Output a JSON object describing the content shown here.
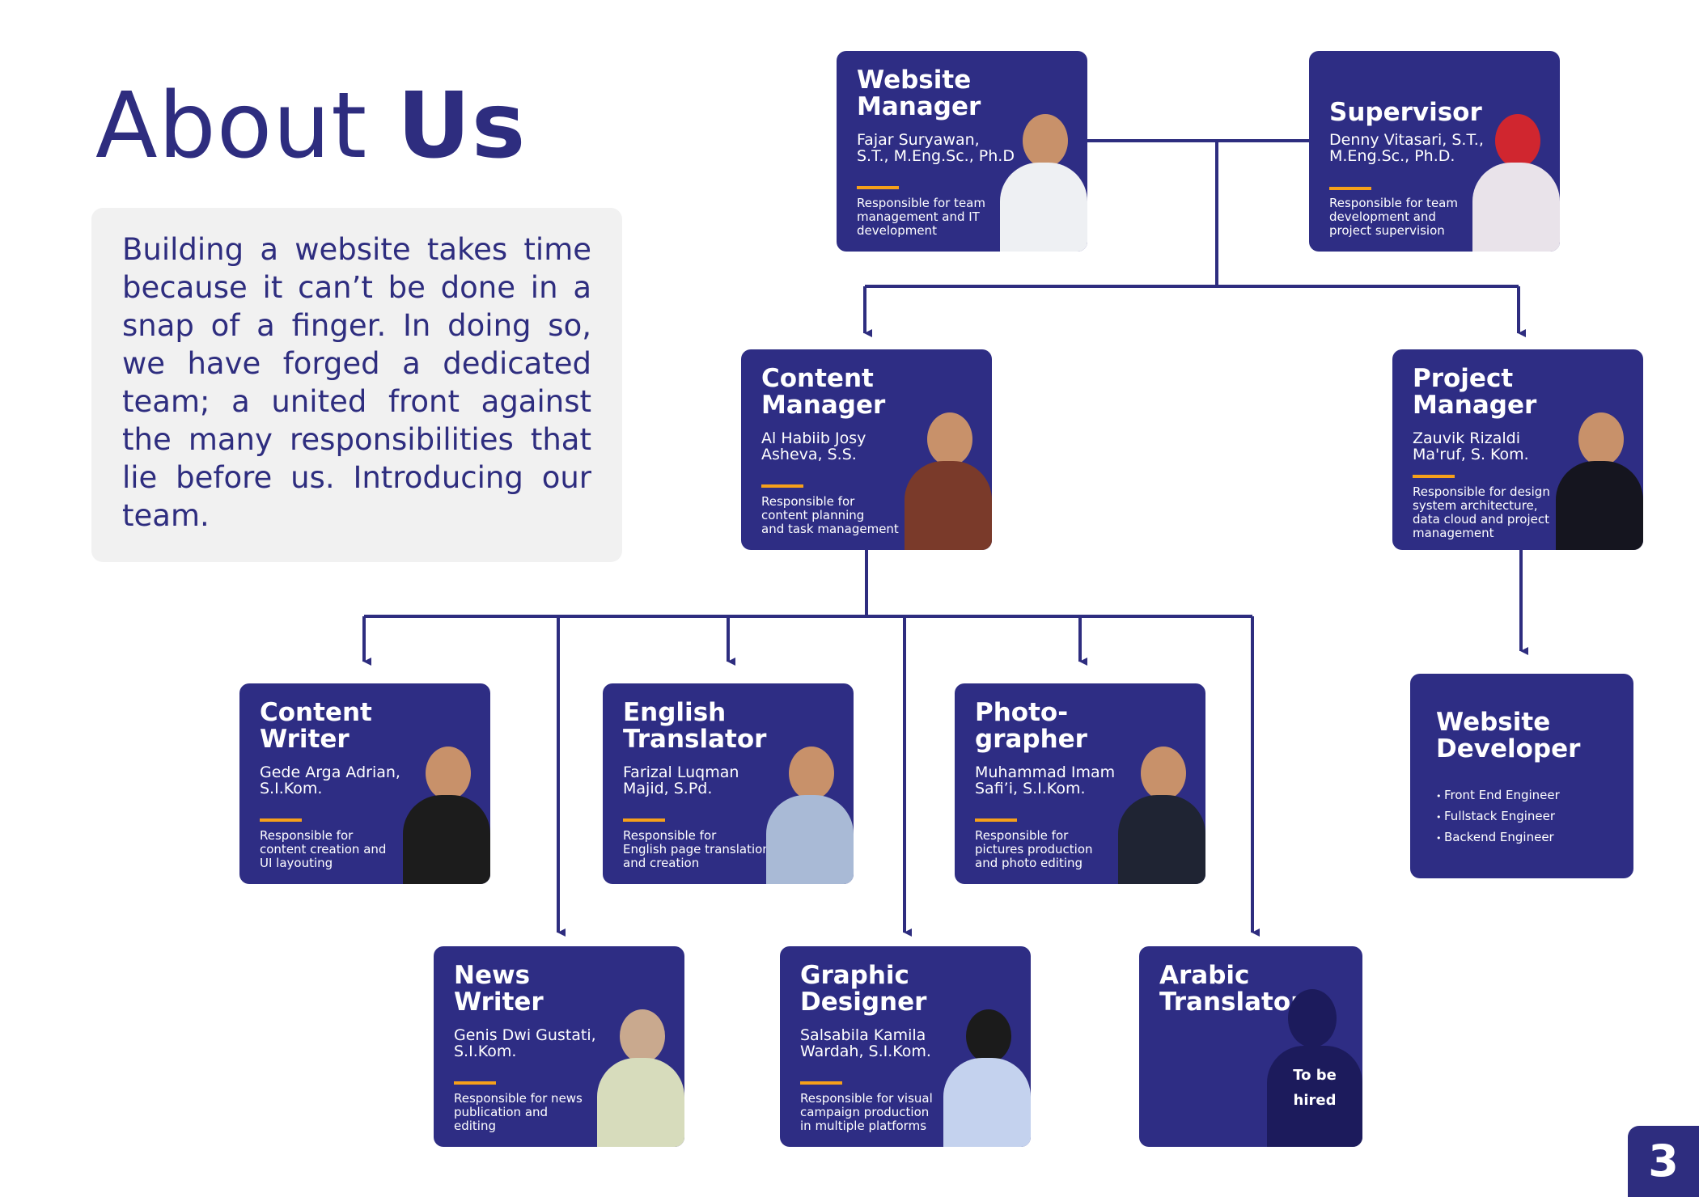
{
  "title": {
    "normal": "About",
    "bold": "Us"
  },
  "intro": "Building a website takes time because it can’t be done in a snap of a finger. In doing so, we have forged a dedicated team; a united front against the many responsibilities that lie before us. Introducing our team.",
  "colors": {
    "card_bg": "#2e2d84",
    "accent": "#f6a01a",
    "text": "#2e2d7f",
    "intro_bg": "#f1f1f1"
  },
  "cards": {
    "website_manager": {
      "role": [
        "Website",
        "Manager"
      ],
      "name": [
        "Fajar Suryawan,",
        "S.T., M.Eng.Sc., Ph.D"
      ],
      "desc": [
        "Responsible for team",
        "management and IT",
        "development"
      ]
    },
    "supervisor": {
      "role": [
        "Supervisor"
      ],
      "name": [
        "Denny Vitasari, S.T.,",
        "M.Eng.Sc., Ph.D."
      ],
      "desc": [
        "Responsible for team",
        "development and",
        "project supervision"
      ]
    },
    "content_manager": {
      "role": [
        "Content",
        "Manager"
      ],
      "name": [
        "Al Habiib Josy",
        "Asheva, S.S."
      ],
      "desc": [
        "Responsible for",
        "content planning",
        "and task management"
      ]
    },
    "project_manager": {
      "role": [
        "Project",
        "Manager"
      ],
      "name": [
        "Zauvik Rizaldi",
        "Ma'ruf, S. Kom."
      ],
      "desc": [
        "Responsible for design",
        "system architecture,",
        "data cloud and project",
        "management"
      ]
    },
    "content_writer": {
      "role": [
        "Content",
        "Writer"
      ],
      "name": [
        "Gede Arga Adrian,",
        "S.I.Kom."
      ],
      "desc": [
        "Responsible for",
        "content creation and",
        "UI layouting"
      ]
    },
    "english_translator": {
      "role": [
        "English",
        "Translator"
      ],
      "name": [
        "Farizal Luqman",
        "Majid, S.Pd."
      ],
      "desc": [
        "Responsible for",
        "English page translation",
        "and creation"
      ]
    },
    "photographer": {
      "role": [
        "Photo-",
        "grapher"
      ],
      "name": [
        "Muhammad Imam",
        "Safi’i, S.I.Kom."
      ],
      "desc": [
        "Responsible for",
        "pictures production",
        "and photo editing"
      ]
    },
    "website_developer": {
      "role": [
        "Website",
        "Developer"
      ],
      "items": [
        "Front End Engineer",
        "Fullstack Engineer",
        "Backend Engineer"
      ]
    },
    "news_writer": {
      "role": [
        "News",
        "Writer"
      ],
      "name": [
        "Genis Dwi Gustati,",
        "S.I.Kom."
      ],
      "desc": [
        "Responsible for news",
        "publication and",
        "editing"
      ]
    },
    "graphic_designer": {
      "role": [
        "Graphic",
        "Designer"
      ],
      "name": [
        "Salsabila Kamila",
        "Wardah, S.I.Kom."
      ],
      "desc": [
        "Responsible for visual",
        "campaign production",
        "in multiple platforms"
      ]
    },
    "arabic_translator": {
      "role": [
        "Arabic",
        "Translator"
      ],
      "status": [
        "To be",
        "hired"
      ]
    }
  },
  "page_number": "3"
}
